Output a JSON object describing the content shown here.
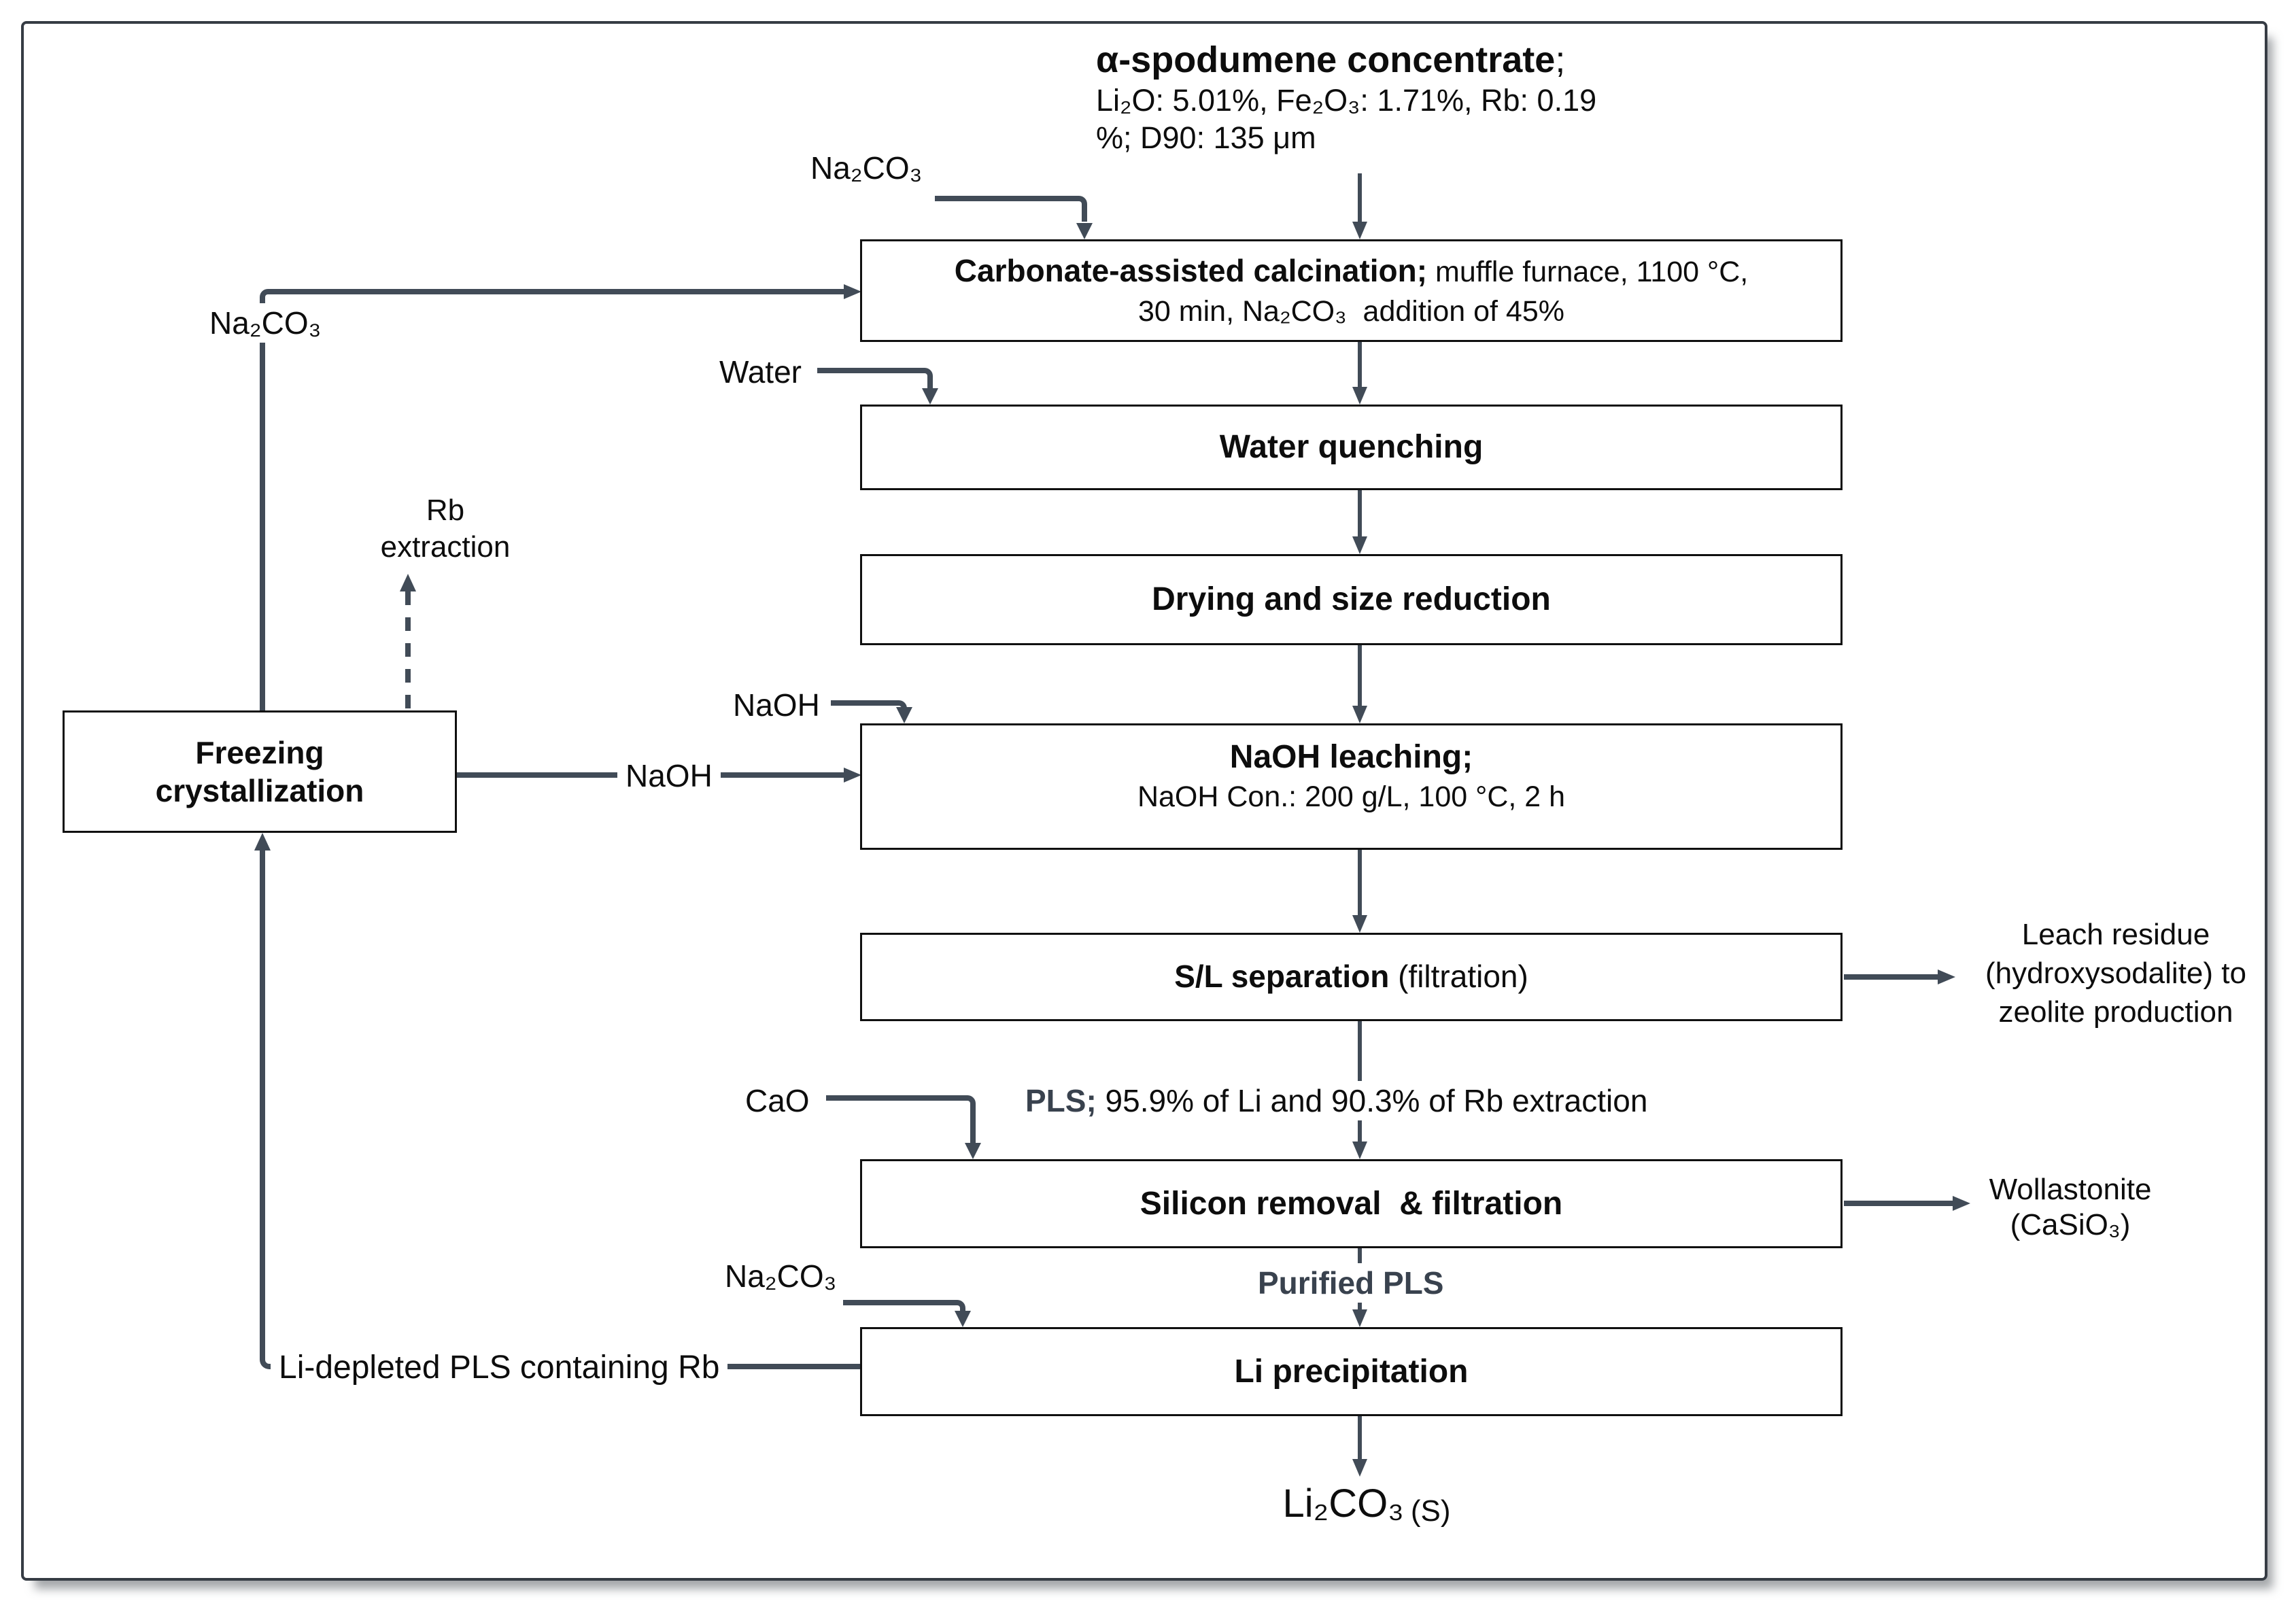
{
  "palette": {
    "line_color": "#414b57",
    "box_border_color": "#101010",
    "text_color": "#0d0d0d",
    "accent_text_color": "#39424e",
    "frame_border_color": "#363c44",
    "background": "#ffffff"
  },
  "header": {
    "title": "α-spodumene concentrate",
    "title_suffix": ";",
    "assay_line1": "Li₂O: 5.01%, Fe₂O₃: 1.71%, Rb: 0.19",
    "assay_line2": "%; D90: 135 μm"
  },
  "reagents": {
    "na2co3_top": "Na₂CO₃",
    "na2co3_recycle": "Na₂CO₃",
    "water": "Water",
    "naoh_feed": "NaOH",
    "naoh_recycle": "NaOH",
    "cao": "CaO",
    "na2co3_precipitation": "Na₂CO₃"
  },
  "process": {
    "calcination": {
      "title": "Carbonate-assisted calcination;",
      "conditions_inline": " muffle furnace, 1100 °C,",
      "conditions_line2": "30 min, Na₂CO₃  addition of 45%"
    },
    "water_quenching": {
      "title": "Water quenching"
    },
    "drying": {
      "title": "Drying and size reduction"
    },
    "naoh_leaching": {
      "title": "NaOH leaching;",
      "conditions_line2": "NaOH Con.: 200 g/L, 100 °C, 2 h"
    },
    "sl_separation": {
      "title": "S/L separation",
      "suffix": " (filtration)"
    },
    "silicon_removal": {
      "title": "Silicon removal  & filtration"
    },
    "li_precipitation": {
      "title": "Li precipitation"
    },
    "freezing_crystallization": {
      "title_line1": "Freezing",
      "title_line2": "crystallization"
    }
  },
  "streams": {
    "rb_extraction_line1": "Rb",
    "rb_extraction_line2": "extraction",
    "pls_label": "PLS;",
    "pls_detail": " 95.9% of Li and 90.3% of Rb extraction",
    "purified_pls": "Purified PLS",
    "leach_residue_line1": "Leach residue",
    "leach_residue_line2": "(hydroxysodalite) to",
    "leach_residue_line3": "zeolite production",
    "wollastonite_line1": "Wollastonite",
    "wollastonite_line2": "(CaSiO₃)",
    "li_depleted_pls": "Li-depleted PLS containing Rb",
    "product": "Li₂CO₃",
    "product_phase": "(S)"
  }
}
